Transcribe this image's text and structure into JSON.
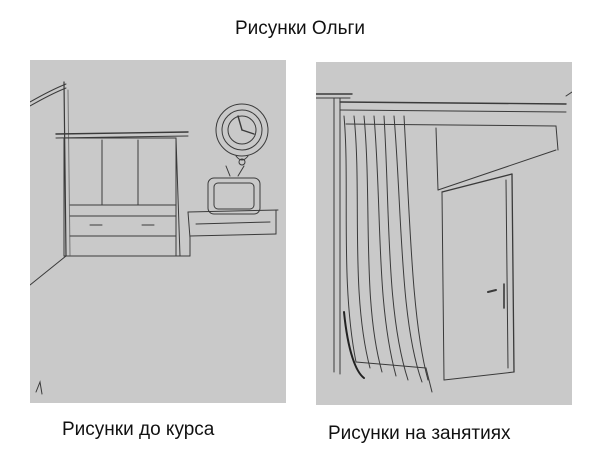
{
  "title": "Рисунки Ольги",
  "left": {
    "caption": "Рисунки до курса",
    "subject": "Pencil sketch of a room corner with a wardrobe, a wall clock and a TV on a stand"
  },
  "right": {
    "caption": "Рисунки на занятиях",
    "subject": "Pencil sketch of a doorway with a curtain and an open door"
  },
  "colors": {
    "background": "#ffffff",
    "paper": "#c9c9c9",
    "pencil": "#3a3a3a"
  }
}
